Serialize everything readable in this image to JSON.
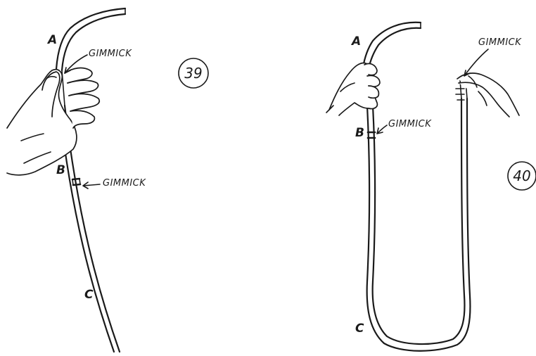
{
  "figures": [
    {
      "number": "39",
      "labels": {
        "a": "A",
        "b": "B",
        "c": "C",
        "gimmick_top": "GIMMICK",
        "gimmick_mid": "GIMMICK"
      }
    },
    {
      "number": "40",
      "labels": {
        "a": "A",
        "b": "B",
        "c": "C",
        "gimmick_left": "GIMMICK",
        "gimmick_right": "GIMMICK"
      }
    }
  ]
}
